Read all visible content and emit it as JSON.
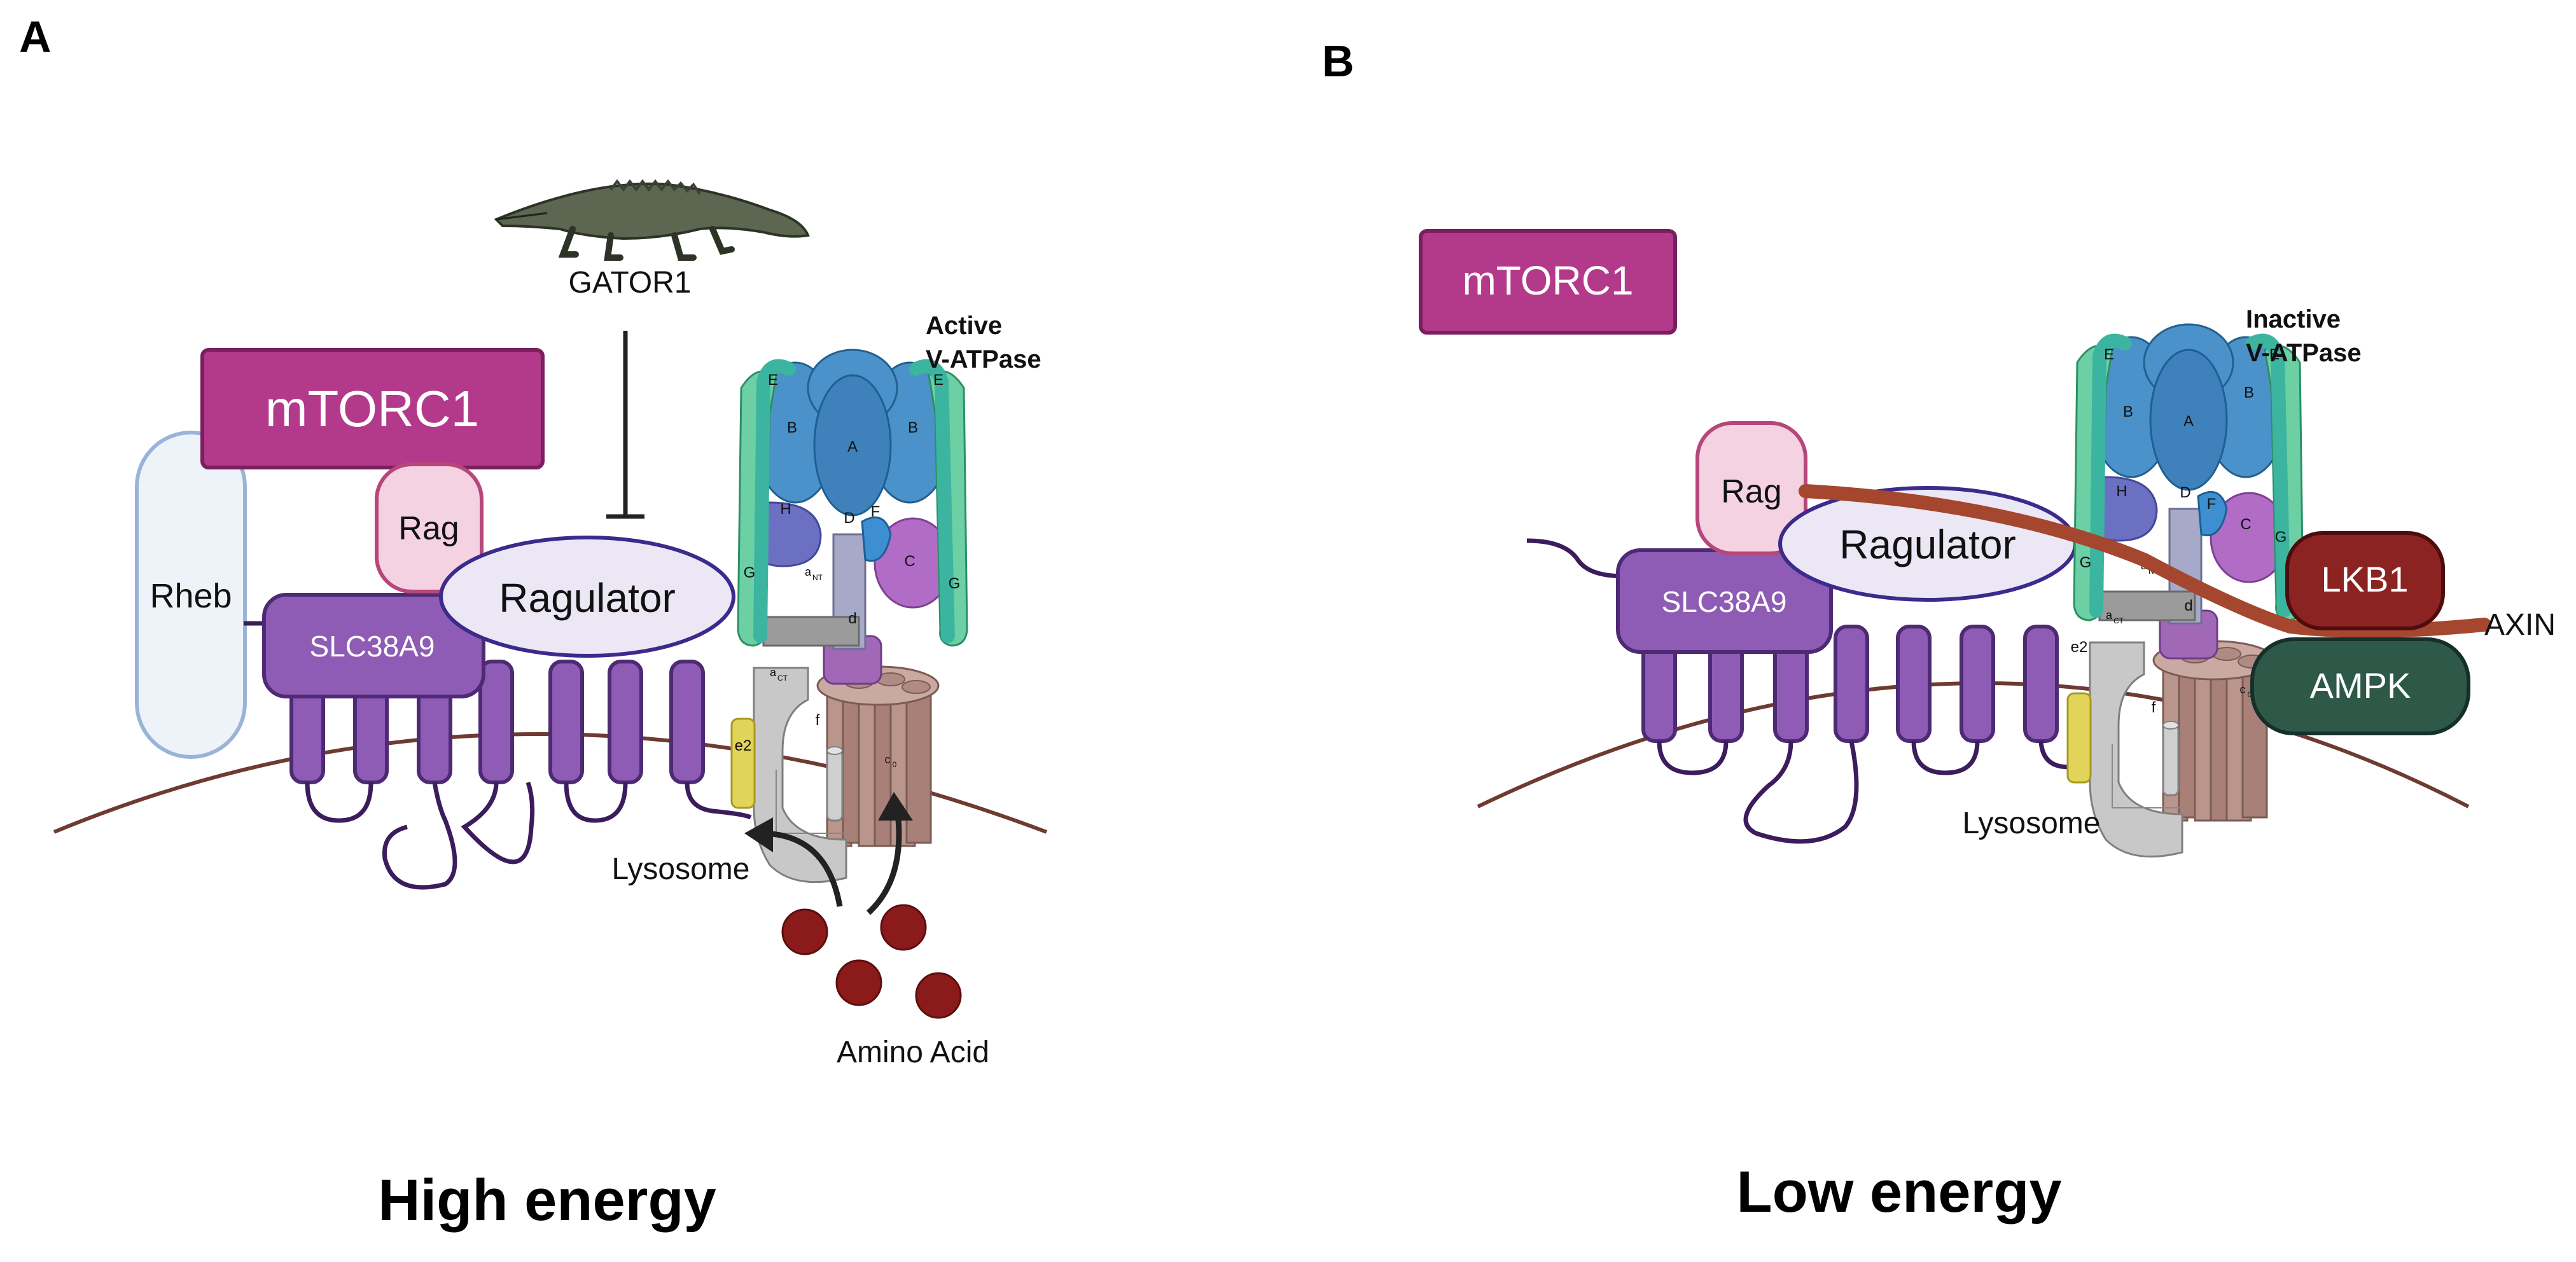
{
  "panels": {
    "a": {
      "letter": "A",
      "caption": "High energy",
      "gator1": "GATOR1",
      "vatpase_state": "Active",
      "vatpase_name": "V-ATPase",
      "mtorc1": "mTORC1",
      "rag": "Rag",
      "rheb": "Rheb",
      "slc38a9": "SLC38A9",
      "ragulator": "Ragulator",
      "lysosome": "Lysosome",
      "amino_acid": "Amino Acid"
    },
    "b": {
      "letter": "B",
      "caption": "Low energy",
      "vatpase_state": "Inactive",
      "vatpase_name": "V-ATPase",
      "mtorc1": "mTORC1",
      "rag": "Rag",
      "slc38a9": "SLC38A9",
      "ragulator": "Ragulator",
      "lysosome": "Lysosome",
      "lkb1": "LKB1",
      "ampk": "AMPK",
      "axin": "AXIN"
    }
  },
  "vatpase_subunits": {
    "A": "A",
    "B": "B",
    "C": "C",
    "D": "D",
    "E": "E",
    "F": "F",
    "G": "G",
    "H": "H",
    "d": "d",
    "f": "f",
    "e2": "e2",
    "a": "a",
    "NT": "NT",
    "CT": "CT",
    "c": "c",
    "0": "0"
  },
  "colors": {
    "mtorc1": "#b3398b",
    "rag": "#f4d2e2",
    "rheb": "#eef3fa",
    "slc38a9": "#8e5bb5",
    "ragulator": "#ebe7f5",
    "membrane": "#6e3b31",
    "lkb1": "#8b2323",
    "ampk": "#2e5848",
    "axin": "#a5462f",
    "amino_acid": "#8b1a1a"
  }
}
